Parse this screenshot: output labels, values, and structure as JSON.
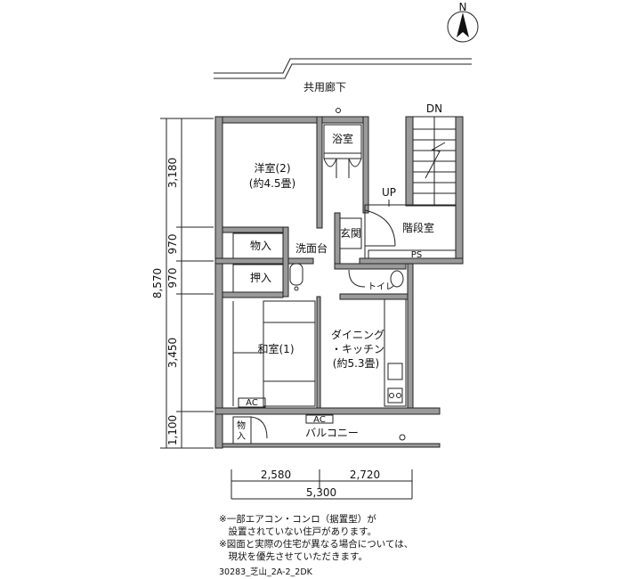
{
  "compass": {
    "label": "N"
  },
  "corridor": {
    "label": "共用廊下"
  },
  "stair": {
    "dn": "DN",
    "up": "UP",
    "room": "階段室",
    "ps": "PS"
  },
  "rooms": {
    "western": {
      "name": "洋室(2)",
      "size": "(約4.5畳)"
    },
    "bath": "浴室",
    "storage1": "物入",
    "storage2": "押入",
    "washbasin": "洗面台",
    "entrance": "玄関",
    "toilet": "トイレ",
    "japanese": "和室(1)",
    "dining": {
      "line1": "ダイニング",
      "line2": "・キッチン",
      "line3": "(約5.3畳)"
    },
    "balcony": "バルコニー",
    "balcony_storage": {
      "line1": "物",
      "line2": "入"
    },
    "ac1": "AC",
    "ac2": "AC"
  },
  "dimensions": {
    "vertical_total": "8,570",
    "vertical": [
      "3,180",
      "970",
      "970",
      "3,450",
      "1,100"
    ],
    "horizontal": [
      "2,580",
      "2,720"
    ],
    "horizontal_total": "5,300"
  },
  "notes": [
    "※一部エアコン・コンロ（据置型）が",
    "　設置されていない住戸があります。",
    "※図面と実際の住宅が異なる場合については、",
    "　現状を優先させていただきます。"
  ],
  "code": "30283_芝山_2A-2_2DK"
}
